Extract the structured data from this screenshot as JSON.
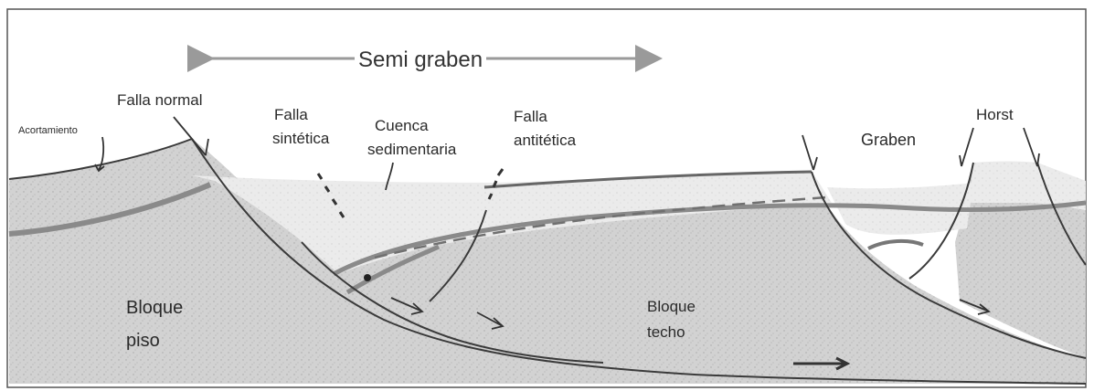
{
  "labels": {
    "semi_graben": "Semi graben",
    "falla_normal": "Falla normal",
    "acortamiento": "Acortamiento",
    "falla_sintetica_1": "Falla",
    "falla_sintetica_2": "sintética",
    "cuenca_1": "Cuenca",
    "cuenca_2": "sedimentaria",
    "falla_antitetica_1": "Falla",
    "falla_antitetica_2": "antitética",
    "graben": "Graben",
    "horst": "Horst",
    "bloque_piso_1": "Bloque",
    "bloque_piso_2": "piso",
    "bloque_techo_1": "Bloque",
    "bloque_techo_2": "techo"
  },
  "colors": {
    "basement": "#d0d0d0",
    "sediment_fill": "#eaeaea",
    "dark_layer": "#8a8a8a",
    "line": "#3a3a3a",
    "arrow": "#9a9a9a"
  }
}
